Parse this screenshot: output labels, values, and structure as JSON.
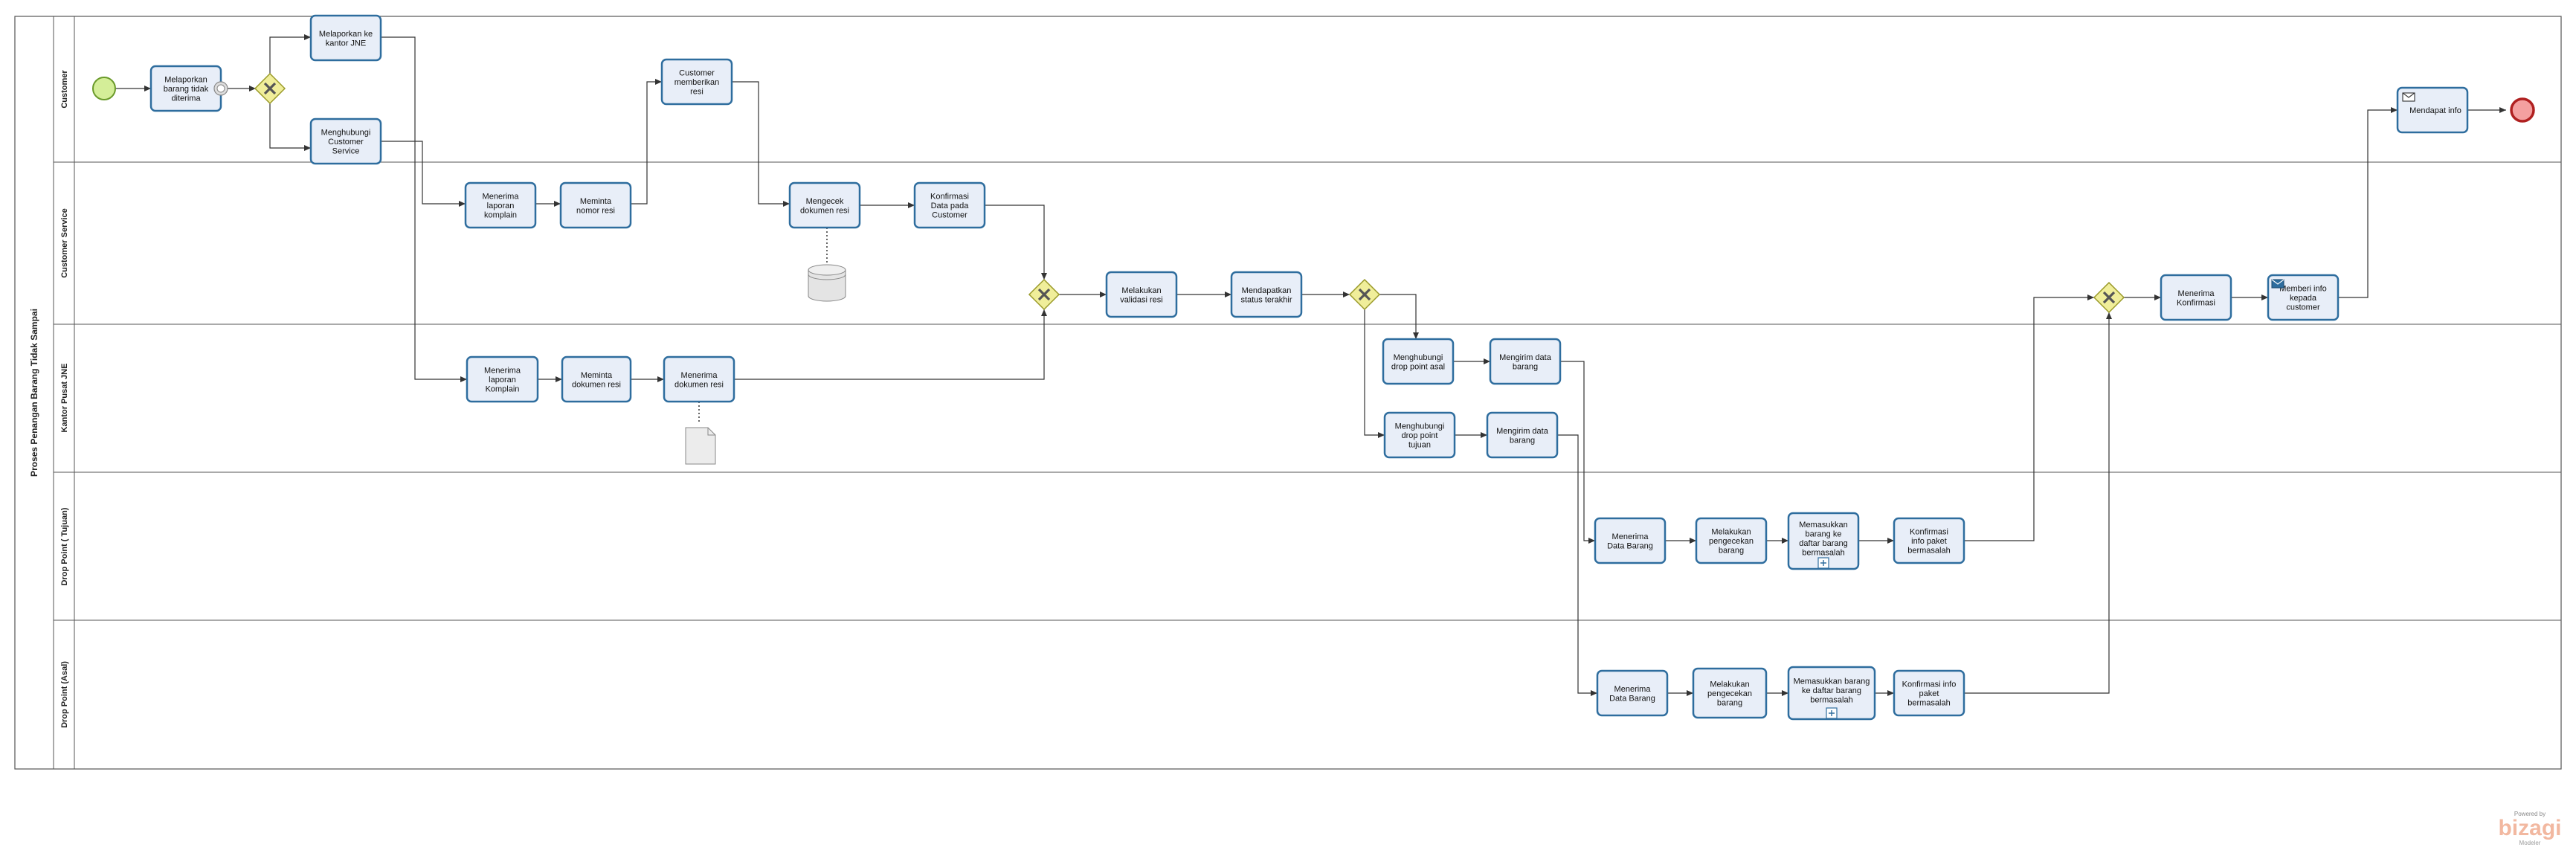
{
  "pool": {
    "label": "Proses Penangan Barang Tidak Sampai"
  },
  "lanes": [
    {
      "id": "customer",
      "label": "Customer"
    },
    {
      "id": "cs",
      "label": "Customer Service"
    },
    {
      "id": "kantor",
      "label": "Kantor Pusat JNE"
    },
    {
      "id": "dptujuan",
      "label": "Drop Point ( Tujuan)"
    },
    {
      "id": "dpasal",
      "label": "Drop Point (Asal)"
    }
  ],
  "tasks": [
    {
      "id": "t1",
      "lines": [
        "Melaporkan",
        "barang tidak",
        "diterima"
      ],
      "icon": "none"
    },
    {
      "id": "t2",
      "lines": [
        "Melaporkan ke",
        "kantor JNE"
      ],
      "icon": "none"
    },
    {
      "id": "t3",
      "lines": [
        "Menghubungi",
        "Customer",
        "Service"
      ],
      "icon": "none"
    },
    {
      "id": "t4",
      "lines": [
        "Customer",
        "memberikan",
        "resi"
      ],
      "icon": "none"
    },
    {
      "id": "t5",
      "lines": [
        "Mendapat info"
      ],
      "icon": "envelope"
    },
    {
      "id": "t6",
      "lines": [
        "Menerima",
        "laporan",
        "komplain"
      ],
      "icon": "none"
    },
    {
      "id": "t7",
      "lines": [
        "Meminta",
        "nomor resi"
      ],
      "icon": "none"
    },
    {
      "id": "t8",
      "lines": [
        "Mengecek",
        "dokumen resi"
      ],
      "icon": "none"
    },
    {
      "id": "t9",
      "lines": [
        "Konfirmasi",
        "Data  pada",
        "Customer"
      ],
      "icon": "none"
    },
    {
      "id": "t10",
      "lines": [
        "Melakukan",
        "validasi resi"
      ],
      "icon": "none"
    },
    {
      "id": "t11",
      "lines": [
        "Mendapatkan",
        "status terakhir"
      ],
      "icon": "none"
    },
    {
      "id": "t12",
      "lines": [
        "Menerima",
        "Konfirmasi"
      ],
      "icon": "none"
    },
    {
      "id": "t13",
      "lines": [
        "Memberi info",
        "kepada",
        "customer"
      ],
      "icon": "send"
    },
    {
      "id": "t14",
      "lines": [
        "Menerima",
        "laporan",
        "Komplain"
      ],
      "icon": "none"
    },
    {
      "id": "t15",
      "lines": [
        "Meminta",
        "dokumen  resi"
      ],
      "icon": "none"
    },
    {
      "id": "t16",
      "lines": [
        "Menerima",
        "dokumen resi"
      ],
      "icon": "none"
    },
    {
      "id": "t17",
      "lines": [
        "Menghubungi",
        "drop point asal"
      ],
      "icon": "none"
    },
    {
      "id": "t18",
      "lines": [
        "Mengirim data",
        "barang"
      ],
      "icon": "none"
    },
    {
      "id": "t19",
      "lines": [
        "Menghubungi",
        "drop point",
        "tujuan"
      ],
      "icon": "none"
    },
    {
      "id": "t20",
      "lines": [
        "Mengirim data",
        "barang"
      ],
      "icon": "none"
    },
    {
      "id": "t21",
      "lines": [
        "Menerima",
        "Data Barang"
      ],
      "icon": "none"
    },
    {
      "id": "t22",
      "lines": [
        "Melakukan",
        "pengecekan",
        "barang"
      ],
      "icon": "none"
    },
    {
      "id": "t23",
      "lines": [
        "Memasukkan",
        "barang ke",
        "daftar barang",
        "bermasalah"
      ],
      "icon": "subprocess"
    },
    {
      "id": "t24",
      "lines": [
        "Konfirmasi",
        "info paket",
        "bermasalah"
      ],
      "icon": "none"
    },
    {
      "id": "t25",
      "lines": [
        "Menerima",
        "Data Barang"
      ],
      "icon": "none"
    },
    {
      "id": "t26",
      "lines": [
        "Melakukan",
        "pengecekan",
        "barang"
      ],
      "icon": "none"
    },
    {
      "id": "t27",
      "lines": [
        "Memasukkan barang",
        "ke daftar barang",
        "bermasalah"
      ],
      "icon": "subprocess"
    },
    {
      "id": "t28",
      "lines": [
        "Konfirmasi info",
        "paket",
        "bermasalah"
      ],
      "icon": "none"
    }
  ],
  "events": [
    {
      "id": "start",
      "kind": "start"
    },
    {
      "id": "end",
      "kind": "end"
    }
  ],
  "gateways": [
    {
      "id": "g1",
      "kind": "exclusive"
    },
    {
      "id": "g2",
      "kind": "exclusive"
    },
    {
      "id": "g3",
      "kind": "exclusive"
    },
    {
      "id": "g4",
      "kind": "exclusive"
    }
  ],
  "artifacts": [
    {
      "id": "db1",
      "kind": "data-store"
    },
    {
      "id": "doc1",
      "kind": "data-object"
    }
  ],
  "colors": {
    "task_fill": "#e8eef8",
    "task_stroke": "#2e6d9e",
    "gateway_fill": "#f0ee9a",
    "gateway_stroke": "#9a9a2a",
    "start_fill": "#d4ee98",
    "start_stroke": "#6a9a2a",
    "end_fill": "#f4a0a0",
    "end_stroke": "#b02020",
    "lane_stroke": "#555555",
    "flow_stroke": "#333333"
  },
  "brand": {
    "small": "Powered by",
    "main": "bizagi",
    "sub": "Modeler"
  }
}
